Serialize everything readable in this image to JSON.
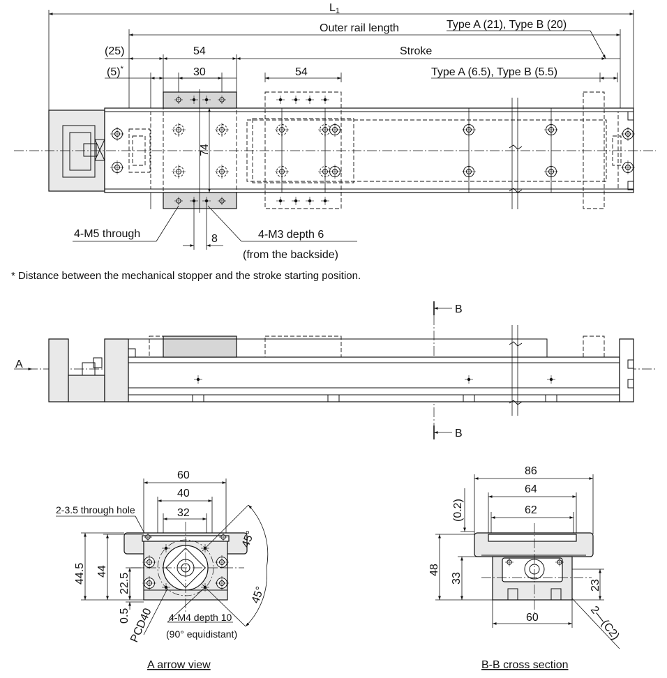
{
  "top_view": {
    "l1": "L",
    "l1_sub": "1",
    "outer_rail_length": "Outer rail length",
    "type_ab_20": "Type A (21), Type B (20)",
    "dim_25": "(25)",
    "dim_54a": "54",
    "stroke": "Stroke",
    "dim_5": "(5)",
    "asterisk": "*",
    "dim_30": "30",
    "dim_54b": "54",
    "type_ab_55": "Type A (6.5), Type B (5.5)",
    "dim_74": "74",
    "m5_through": "4-M5 through",
    "m3_depth": "4-M3 depth 6",
    "from_backside": "(from the backside)",
    "dim_8": "8"
  },
  "footnote": "* Distance between the mechanical stopper and the stroke starting position.",
  "side_view": {
    "section_b_top": "B",
    "section_b_bottom": "B",
    "arrow_a": "A"
  },
  "a_arrow_view": {
    "title": "A arrow view",
    "dim_60": "60",
    "dim_40": "40",
    "dim_32": "32",
    "through_hole": "2-3.5 through hole",
    "dim_44_5": "44.5",
    "dim_44": "44",
    "dim_22_5": "22.5",
    "dim_0_5": "0.5",
    "pcd": "PCD40",
    "m4_depth": "4-M4 depth 10",
    "equidistant": "(90° equidistant)",
    "angle_top": "45°",
    "angle_bottom": "45°"
  },
  "bb_section": {
    "title": "B-B cross section",
    "dim_86": "86",
    "dim_64": "64",
    "dim_62": "62",
    "dim_0_2": "(0.2)",
    "dim_48": "48",
    "dim_33": "33",
    "dim_23": "23",
    "dim_60": "60",
    "chamfer": "2—(C2)"
  }
}
